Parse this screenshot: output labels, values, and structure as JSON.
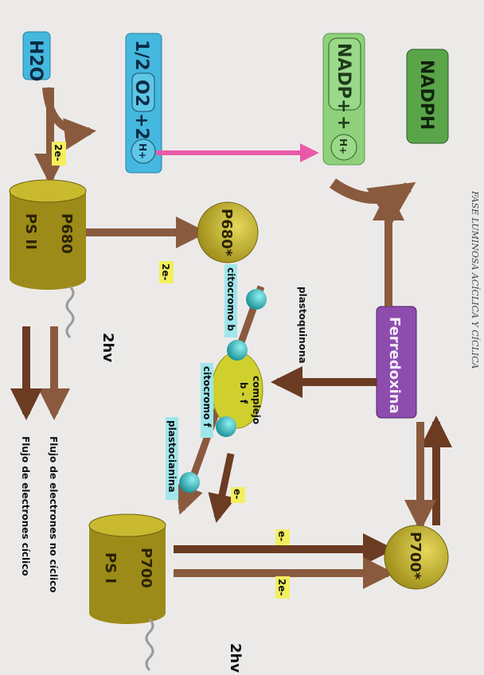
{
  "colors": {
    "water_box": "#44b8de",
    "oxygen_box": "#44b8de",
    "nadp_box": "#8fd07a",
    "nadph_box": "#5aa54a",
    "photosystem": "#b8a825",
    "ferredoxin": "#8d4cae",
    "carrier_ball": "#2bb3b8",
    "arrow_brown": "#8a5a3e",
    "arrow_pink": "#e85aa8",
    "label_yellow": "#f3ef5e",
    "label_cyan": "#9fe6ec",
    "label_orange": "#f4a55a"
  },
  "title_handwritten": "FASE LUMINOSA ACÍCLICA Y CÍCLICA",
  "water": {
    "label": "H2O"
  },
  "oxygen": {
    "half": "1/2",
    "o2": "O2",
    "plus2": "+2",
    "h": "H+"
  },
  "nadp": {
    "label": "NADP+",
    "plus": "+",
    "h": "H+"
  },
  "nadph": {
    "label": "NADPH"
  },
  "ps2": {
    "name": "P680",
    "system": "PS II"
  },
  "p680_excited": {
    "label": "P680*"
  },
  "ps1": {
    "name": "P700",
    "system": "PS I"
  },
  "p700_excited": {
    "label": "P700*"
  },
  "ferredoxin": {
    "label": "Ferredoxina"
  },
  "carriers": {
    "plastoquinona": "plastoquinona",
    "citocromo_b": "citocromo b",
    "complejo": "complejo",
    "b_f": "b - f",
    "citocromo_f": "citocromo f",
    "plastocianina": "plastocianina"
  },
  "electron_labels": {
    "water_2e": "2e-",
    "ps2_2e": "2e-",
    "cyclic_e": "e-",
    "ps1_e": "e-",
    "ps1_2e": "2e-"
  },
  "light": {
    "ps2": "2hv",
    "ps1": "2hv"
  },
  "legend": {
    "noncyclic": "Flujo de electrones no cíclico",
    "cyclic": "Flujo de electrones cíclico"
  }
}
